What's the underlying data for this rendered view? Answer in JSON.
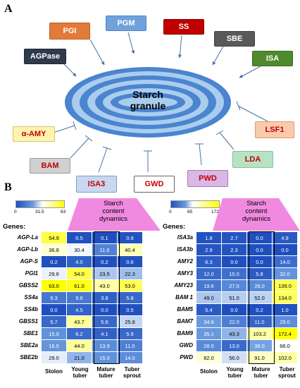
{
  "panel_a": {
    "letter": "A",
    "granule_label_line1": "Starch",
    "granule_label_line2": "granule",
    "enzymes": [
      {
        "id": "pgi",
        "label": "PGI",
        "bg": "#e37a3a",
        "fg": "#ffffff",
        "border": "#b85e27"
      },
      {
        "id": "pgm",
        "label": "PGM",
        "bg": "#6fa2dc",
        "fg": "#ffffff",
        "border": "#4f84c4"
      },
      {
        "id": "ss",
        "label": "SS",
        "bg": "#c00000",
        "fg": "#ffffff",
        "border": "#800000"
      },
      {
        "id": "sbe",
        "label": "SBE",
        "bg": "#595959",
        "fg": "#ffffff",
        "border": "#404040"
      },
      {
        "id": "isa",
        "label": "ISA",
        "bg": "#4f8a2b",
        "fg": "#ffffff",
        "border": "#3a6a1e"
      },
      {
        "id": "agpase",
        "label": "AGPase",
        "bg": "#2f3a4a",
        "fg": "#ffffff",
        "border": "#1f2733"
      },
      {
        "id": "lsf1",
        "label": "LSF1",
        "bg": "#f8cbad",
        "fg": "#c00000",
        "border": "#e39a6e"
      },
      {
        "id": "lda",
        "label": "LDA",
        "bg": "#b9e2c4",
        "fg": "#c00000",
        "border": "#83c396"
      },
      {
        "id": "pwd",
        "label": "PWD",
        "bg": "#d9b8e6",
        "fg": "#c00000",
        "border": "#a67cb8"
      },
      {
        "id": "gwd",
        "label": "GWD",
        "bg": "#ffffff",
        "fg": "#c00000",
        "border": "#666666"
      },
      {
        "id": "isa3",
        "label": "ISA3",
        "bg": "#c9d8f0",
        "fg": "#c00000",
        "border": "#7d9cc9"
      },
      {
        "id": "bam",
        "label": "BAM",
        "bg": "#d0d0d0",
        "fg": "#c00000",
        "border": "#9a9a9a"
      },
      {
        "id": "aamy",
        "label": "α-AMY",
        "bg": "#fff3b0",
        "fg": "#c00000",
        "border": "#d6c56a"
      }
    ]
  },
  "panel_b": {
    "letter": "B",
    "genes_header": "Genes:",
    "trap_label_line1": "Starch",
    "trap_label_line2": "content",
    "trap_label_line3": "dynamics",
    "col_labels": [
      {
        "line1": "Stolon",
        "line2": ""
      },
      {
        "line1": "Young",
        "line2": "tuber"
      },
      {
        "line1": "Mature",
        "line2": "tuber"
      },
      {
        "line1": "Tuber",
        "line2": "sprout"
      }
    ],
    "left": {
      "scale_ticks": [
        "0",
        "31.5",
        "63"
      ],
      "scale_max": 63,
      "genes": [
        {
          "name": "AGP-La",
          "values": [
            "54.9",
            "0.5",
            "0.1",
            "0.9"
          ]
        },
        {
          "name": "AGP-Lb",
          "values": [
            "36.8",
            "30.4",
            "11.6",
            "40.4"
          ]
        },
        {
          "name": "AGP-S",
          "values": [
            "0.2",
            "4.0",
            "0.2",
            "0.6"
          ]
        },
        {
          "name": "PGI1",
          "values": [
            "29.6",
            "54.0",
            "23.5",
            "22.3"
          ]
        },
        {
          "name": "GBSS2",
          "values": [
            "63.0",
            "61.0",
            "43.0",
            "53.0"
          ]
        },
        {
          "name": "SS4a",
          "values": [
            "9.3",
            "9.6",
            "3.8",
            "5.8"
          ]
        },
        {
          "name": "SS4b",
          "values": [
            "0.0",
            "4.5",
            "0.0",
            "0.5"
          ]
        },
        {
          "name": "GBSS1",
          "values": [
            "5.7",
            "43.7",
            "5.6",
            "25.8"
          ]
        },
        {
          "name": "SBE1",
          "values": [
            "15.0",
            "6.2",
            "4.1",
            "5.9"
          ]
        },
        {
          "name": "SBE2a",
          "values": [
            "16.0",
            "44.0",
            "13.9",
            "11.0"
          ]
        },
        {
          "name": "SBE2b",
          "values": [
            "29.0",
            "21.0",
            "15.0",
            "14.0"
          ]
        }
      ]
    },
    "right": {
      "scale_ticks": [
        "0",
        "65",
        "172"
      ],
      "scale_max": 172,
      "genes": [
        {
          "name": "ISA3a",
          "values": [
            "1.8",
            "2.7",
            "0.0",
            "4.9"
          ]
        },
        {
          "name": "ISA3b",
          "values": [
            "2.9",
            "2.3",
            "0.0",
            "0.0"
          ]
        },
        {
          "name": "AMY2",
          "values": [
            "6.3",
            "0.0",
            "0.0",
            "14.0"
          ]
        },
        {
          "name": "AMY3",
          "values": [
            "12.0",
            "15.0",
            "5.8",
            "32.0"
          ]
        },
        {
          "name": "AMY23",
          "values": [
            "19.6",
            "27.0",
            "28.0",
            "139.0"
          ]
        },
        {
          "name": "BAM 1",
          "values": [
            "49.0",
            "51.0",
            "52.0",
            "134.0"
          ]
        },
        {
          "name": "BAM5",
          "values": [
            "5.4",
            "0.0",
            "0.2",
            "1.0"
          ]
        },
        {
          "name": "BAM7",
          "values": [
            "34.8",
            "22.0",
            "11.0",
            "29.0"
          ]
        },
        {
          "name": "BAM9",
          "values": [
            "35.1",
            "43.3",
            "103.2",
            "172.4"
          ]
        },
        {
          "name": "GWD",
          "values": [
            "28.0",
            "13.0",
            "38.0",
            "66.0"
          ]
        },
        {
          "name": "PWD",
          "values": [
            "82.0",
            "56.0",
            "91.0",
            "102.0"
          ]
        }
      ]
    }
  }
}
